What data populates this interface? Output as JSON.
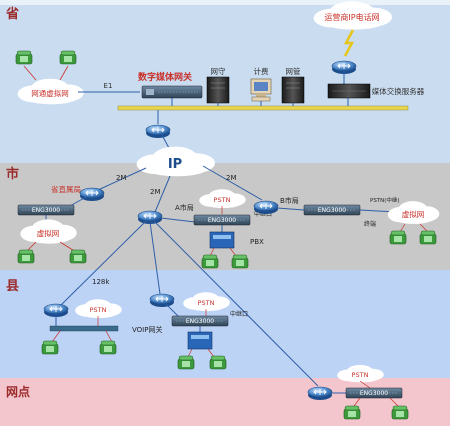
{
  "zones": {
    "province": "省",
    "city": "市",
    "county": "县",
    "outlet": "网点"
  },
  "labels": {
    "carrier_network": "运营商IP电话网",
    "dedicated_network": "网通虚拟网",
    "e1": "E1",
    "media_gateway": "数字媒体网关",
    "gatekeeper": "网守",
    "billing": "计费",
    "network_mgmt": "网管",
    "media_switch": "媒体交换服务器",
    "ip_cloud": "IP",
    "link_2m_left": "2M",
    "link_2m_mid": "2M",
    "link_2m_right": "2M",
    "city_branch": "省直属局",
    "virtual_net_city": "虚拟网",
    "ngw_city_left": "ENG3000",
    "a_bureau": "A市局",
    "pstn_city": "PSTN",
    "ngw_city_mid": "ENG3000",
    "relay_city": "中继口",
    "pbx": "PBX",
    "b_bureau": "B市局",
    "pstn_b": "PSTN(中继)",
    "ngw_city_right": "ENG3000",
    "virtual_net_b": "虚拟网",
    "terminal_b": "终端",
    "link_128k": "128k",
    "pstn_county_left": "PSTN",
    "voip_gateway": "VOIP网关",
    "pstn_county_mid": "PSTN",
    "ngw_county": "ENG3000",
    "relay_county": "中继口",
    "pstn_outlet": "PSTN",
    "ngw_outlet": "ENG3000"
  },
  "colors": {
    "province_bg": "#c9dcf0",
    "city_bg": "#c8c8c8",
    "county_bg": "#bcd3f5",
    "outlet_bg": "#f3c5cc",
    "zone_text": "#9b2b2b",
    "line_blue": "#2e5fa8",
    "bus_yellow": "#e8d650",
    "label_red": "#c8312a"
  }
}
